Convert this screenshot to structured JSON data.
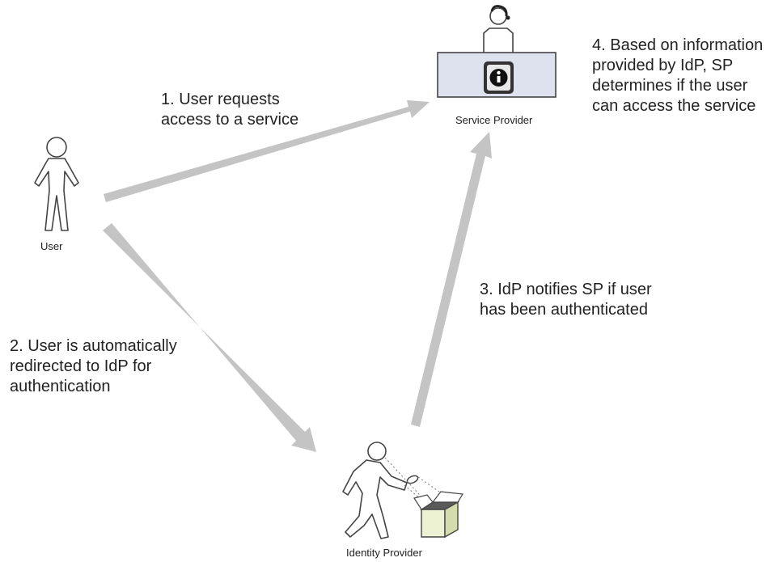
{
  "actors": {
    "user": {
      "label": "User"
    },
    "service_provider": {
      "label": "Service Provider"
    },
    "identity_provider": {
      "label": "Identity Provider"
    }
  },
  "steps": [
    {
      "id": "1",
      "lines": [
        "1. User requests",
        "access to a service"
      ]
    },
    {
      "id": "2",
      "lines": [
        "2. User is automatically",
        "redirected to IdP for",
        "authentication"
      ]
    },
    {
      "id": "3",
      "lines": [
        "3. IdP notifies SP if user",
        "has been authenticated"
      ]
    },
    {
      "id": "4",
      "lines": [
        "4. Based on information",
        "provided by IdP, SP",
        "determines if the user",
        "can access the service"
      ]
    }
  ],
  "colors": {
    "arrow": "#c4c4c4",
    "figure_fill": "#ffffff",
    "figure_stroke": "#444444",
    "desk_fill": "#dde2ee",
    "box_fill": "#eef2d4"
  },
  "icons": {
    "info": "info-icon"
  }
}
